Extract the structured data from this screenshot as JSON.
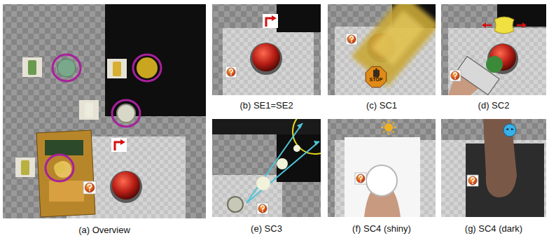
{
  "diagram": {
    "nodes": [
      {
        "text": [
          "(a) Overview"
        ]
      },
      {
        "text": [
          "(b) SE1=SE2"
        ]
      },
      {
        "text": [
          "(c) SC1"
        ]
      },
      {
        "text": [
          "(d) SC2"
        ]
      },
      {
        "text": [
          "(e) SC3"
        ]
      },
      {
        "text": [
          "(f) SC4 (shiny)"
        ]
      },
      {
        "text": [
          "(g) SC4 (dark)"
        ]
      }
    ],
    "labels": [
      "STOP"
    ]
  }
}
